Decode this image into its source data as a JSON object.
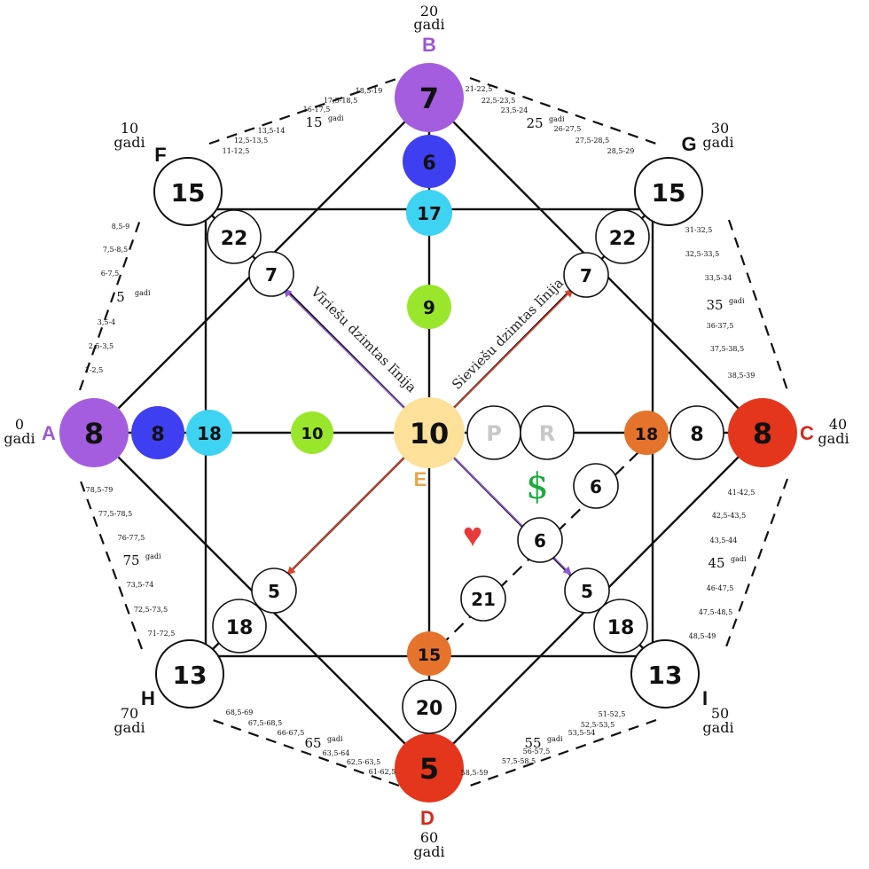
{
  "colors": {
    "purple": "#a45ddf",
    "blue": "#3f3ff2",
    "cyan": "#3ed2f3",
    "green": "#9ae62c",
    "center": "#fde09a",
    "orange": "#e5732c",
    "red": "#e4361c",
    "letter_purple": "#9b59d0",
    "letter_red": "#d8261c",
    "letter_center": "#e8a54a",
    "dollar": "#1aab3b",
    "heart": "#e83a3a",
    "grey_letter": "#c8c8c8"
  },
  "points": {
    "A": {
      "letter": "A",
      "value": "8",
      "year": "0",
      "unit": "gadi"
    },
    "B": {
      "letter": "B",
      "value": "7",
      "year": "20",
      "unit": "gadi"
    },
    "C": {
      "letter": "C",
      "value": "8",
      "year": "40",
      "unit": "gadi"
    },
    "D": {
      "letter": "D",
      "value": "5",
      "year": "60",
      "unit": "gadi"
    },
    "E": {
      "letter": "E",
      "value": "10"
    },
    "F": {
      "letter": "F",
      "value": "15",
      "year": "10",
      "unit": "gadi"
    },
    "G": {
      "letter": "G",
      "value": "15",
      "year": "30",
      "unit": "gadi"
    },
    "H": {
      "letter": "H",
      "value": "13",
      "year": "70",
      "unit": "gadi"
    },
    "I": {
      "letter": "I",
      "value": "13",
      "year": "50",
      "unit": "gadi"
    }
  },
  "inner": {
    "left_blue": "8",
    "left_cyan": "18",
    "left_green": "10",
    "top_blue": "6",
    "top_cyan": "17",
    "top_green": "9",
    "right_orange": "18",
    "right_white": "8",
    "bottom_orange": "15",
    "bottom_white": "20",
    "f_outer": "22",
    "f_inner": "7",
    "g_outer": "22",
    "g_inner": "7",
    "h_outer": "18",
    "h_inner": "5",
    "i_outer": "18",
    "i_inner": "5",
    "p_label": "P",
    "r_label": "R",
    "money_top": "6",
    "money_mid": "6",
    "love": "21",
    "dollar_symbol": "$",
    "heart_symbol": "♥"
  },
  "lines": {
    "male": "Vīriešu dzimtas līnija",
    "female": "Sieviešu dzimtas līnija"
  },
  "ages": {
    "A_F": {
      "small": [
        "1-2,5",
        "2,5-3,5",
        "3,5-4",
        "6-7,5",
        "7,5-8,5",
        "8,5-9"
      ],
      "mid_num": "5",
      "mid_unit": "gadi"
    },
    "F_B": {
      "small": [
        "11-12,5",
        "12,5-13,5",
        "13,5-14",
        "16-17,5",
        "17,5-18,5",
        "18,5-19"
      ],
      "mid_num": "15",
      "mid_unit": "gadi"
    },
    "B_G": {
      "small": [
        "21-22,5",
        "22,5-23,5",
        "23,5-24",
        "26-27,5",
        "27,5-28,5",
        "28,5-29"
      ],
      "mid_num": "25",
      "mid_unit": "gadi"
    },
    "G_C": {
      "small": [
        "31-32,5",
        "32,5-33,5",
        "33,5-34",
        "36-37,5",
        "37,5-38,5",
        "38,5-39"
      ],
      "mid_num": "35",
      "mid_unit": "gadi"
    },
    "C_I": {
      "small": [
        "41-42,5",
        "42,5-43,5",
        "43,5-44",
        "46-47,5",
        "47,5-48,5",
        "48,5-49"
      ],
      "mid_num": "45",
      "mid_unit": "gadi"
    },
    "I_D": {
      "small": [
        "51-52,5",
        "52,5-53,5",
        "53,5-54",
        "56-57,5",
        "57,5-58,5",
        "58,5-59"
      ],
      "mid_num": "55",
      "mid_unit": "gadi"
    },
    "D_H": {
      "small": [
        "61-62,5",
        "62,5-63,5",
        "63,5-64",
        "66-67,5",
        "67,5-68,5",
        "68,5-69"
      ],
      "mid_num": "65",
      "mid_unit": "gadi"
    },
    "H_A": {
      "small": [
        "71-72,5",
        "72,5-73,5",
        "73,5-74",
        "76-77,5",
        "77,5-78,5",
        "78,5-79"
      ],
      "mid_num": "75",
      "mid_unit": "gadi"
    }
  }
}
